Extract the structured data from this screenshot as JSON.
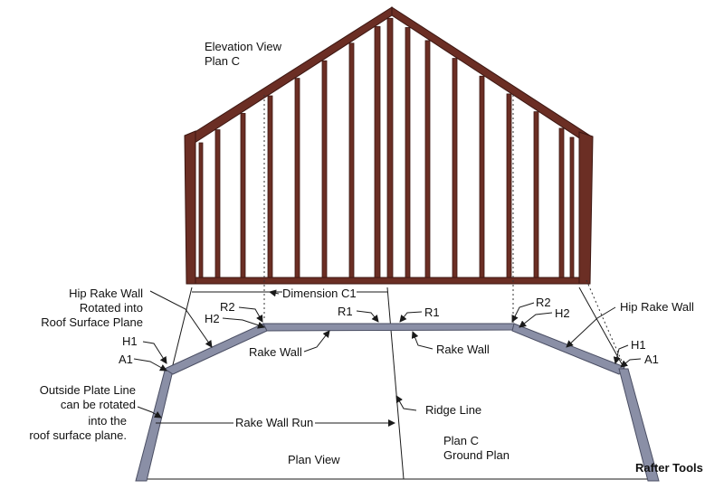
{
  "labels": {
    "elevation_view": "Elevation View",
    "plan_c_top": "Plan C",
    "dimension_c1": "Dimension C1",
    "hip_rake_wall_left": [
      "Hip Rake Wall",
      "Rotated into",
      "Roof Surface Plane"
    ],
    "hip_rake_wall_right": "Hip Rake Wall",
    "r2_left": "R2",
    "h2_left": "H2",
    "r1_left": "R1",
    "r1_right": "R1",
    "r2_right": "R2",
    "h2_right": "H2",
    "h1_left": "H1",
    "a1_left": "A1",
    "h1_right": "H1",
    "a1_right": "A1",
    "rake_wall_left": "Rake Wall",
    "rake_wall_right": "Rake Wall",
    "outside_plate_line": [
      "Outside Plate Line",
      "can be rotated",
      "into the",
      "roof surface plane."
    ],
    "ridge_line": "Ridge Line",
    "rake_wall_run": "Rake Wall Run",
    "plan_view": "Plan View",
    "plan_c_bottom": "Plan C",
    "ground_plan": "Ground Plan",
    "brand": "Rafter Tools"
  },
  "colors": {
    "framing": "#6b2e24",
    "framing_dark": "#3c1712",
    "plate": "#8a8fa6",
    "plate_dark": "#4a4e63",
    "line": "#1a1a1a"
  }
}
